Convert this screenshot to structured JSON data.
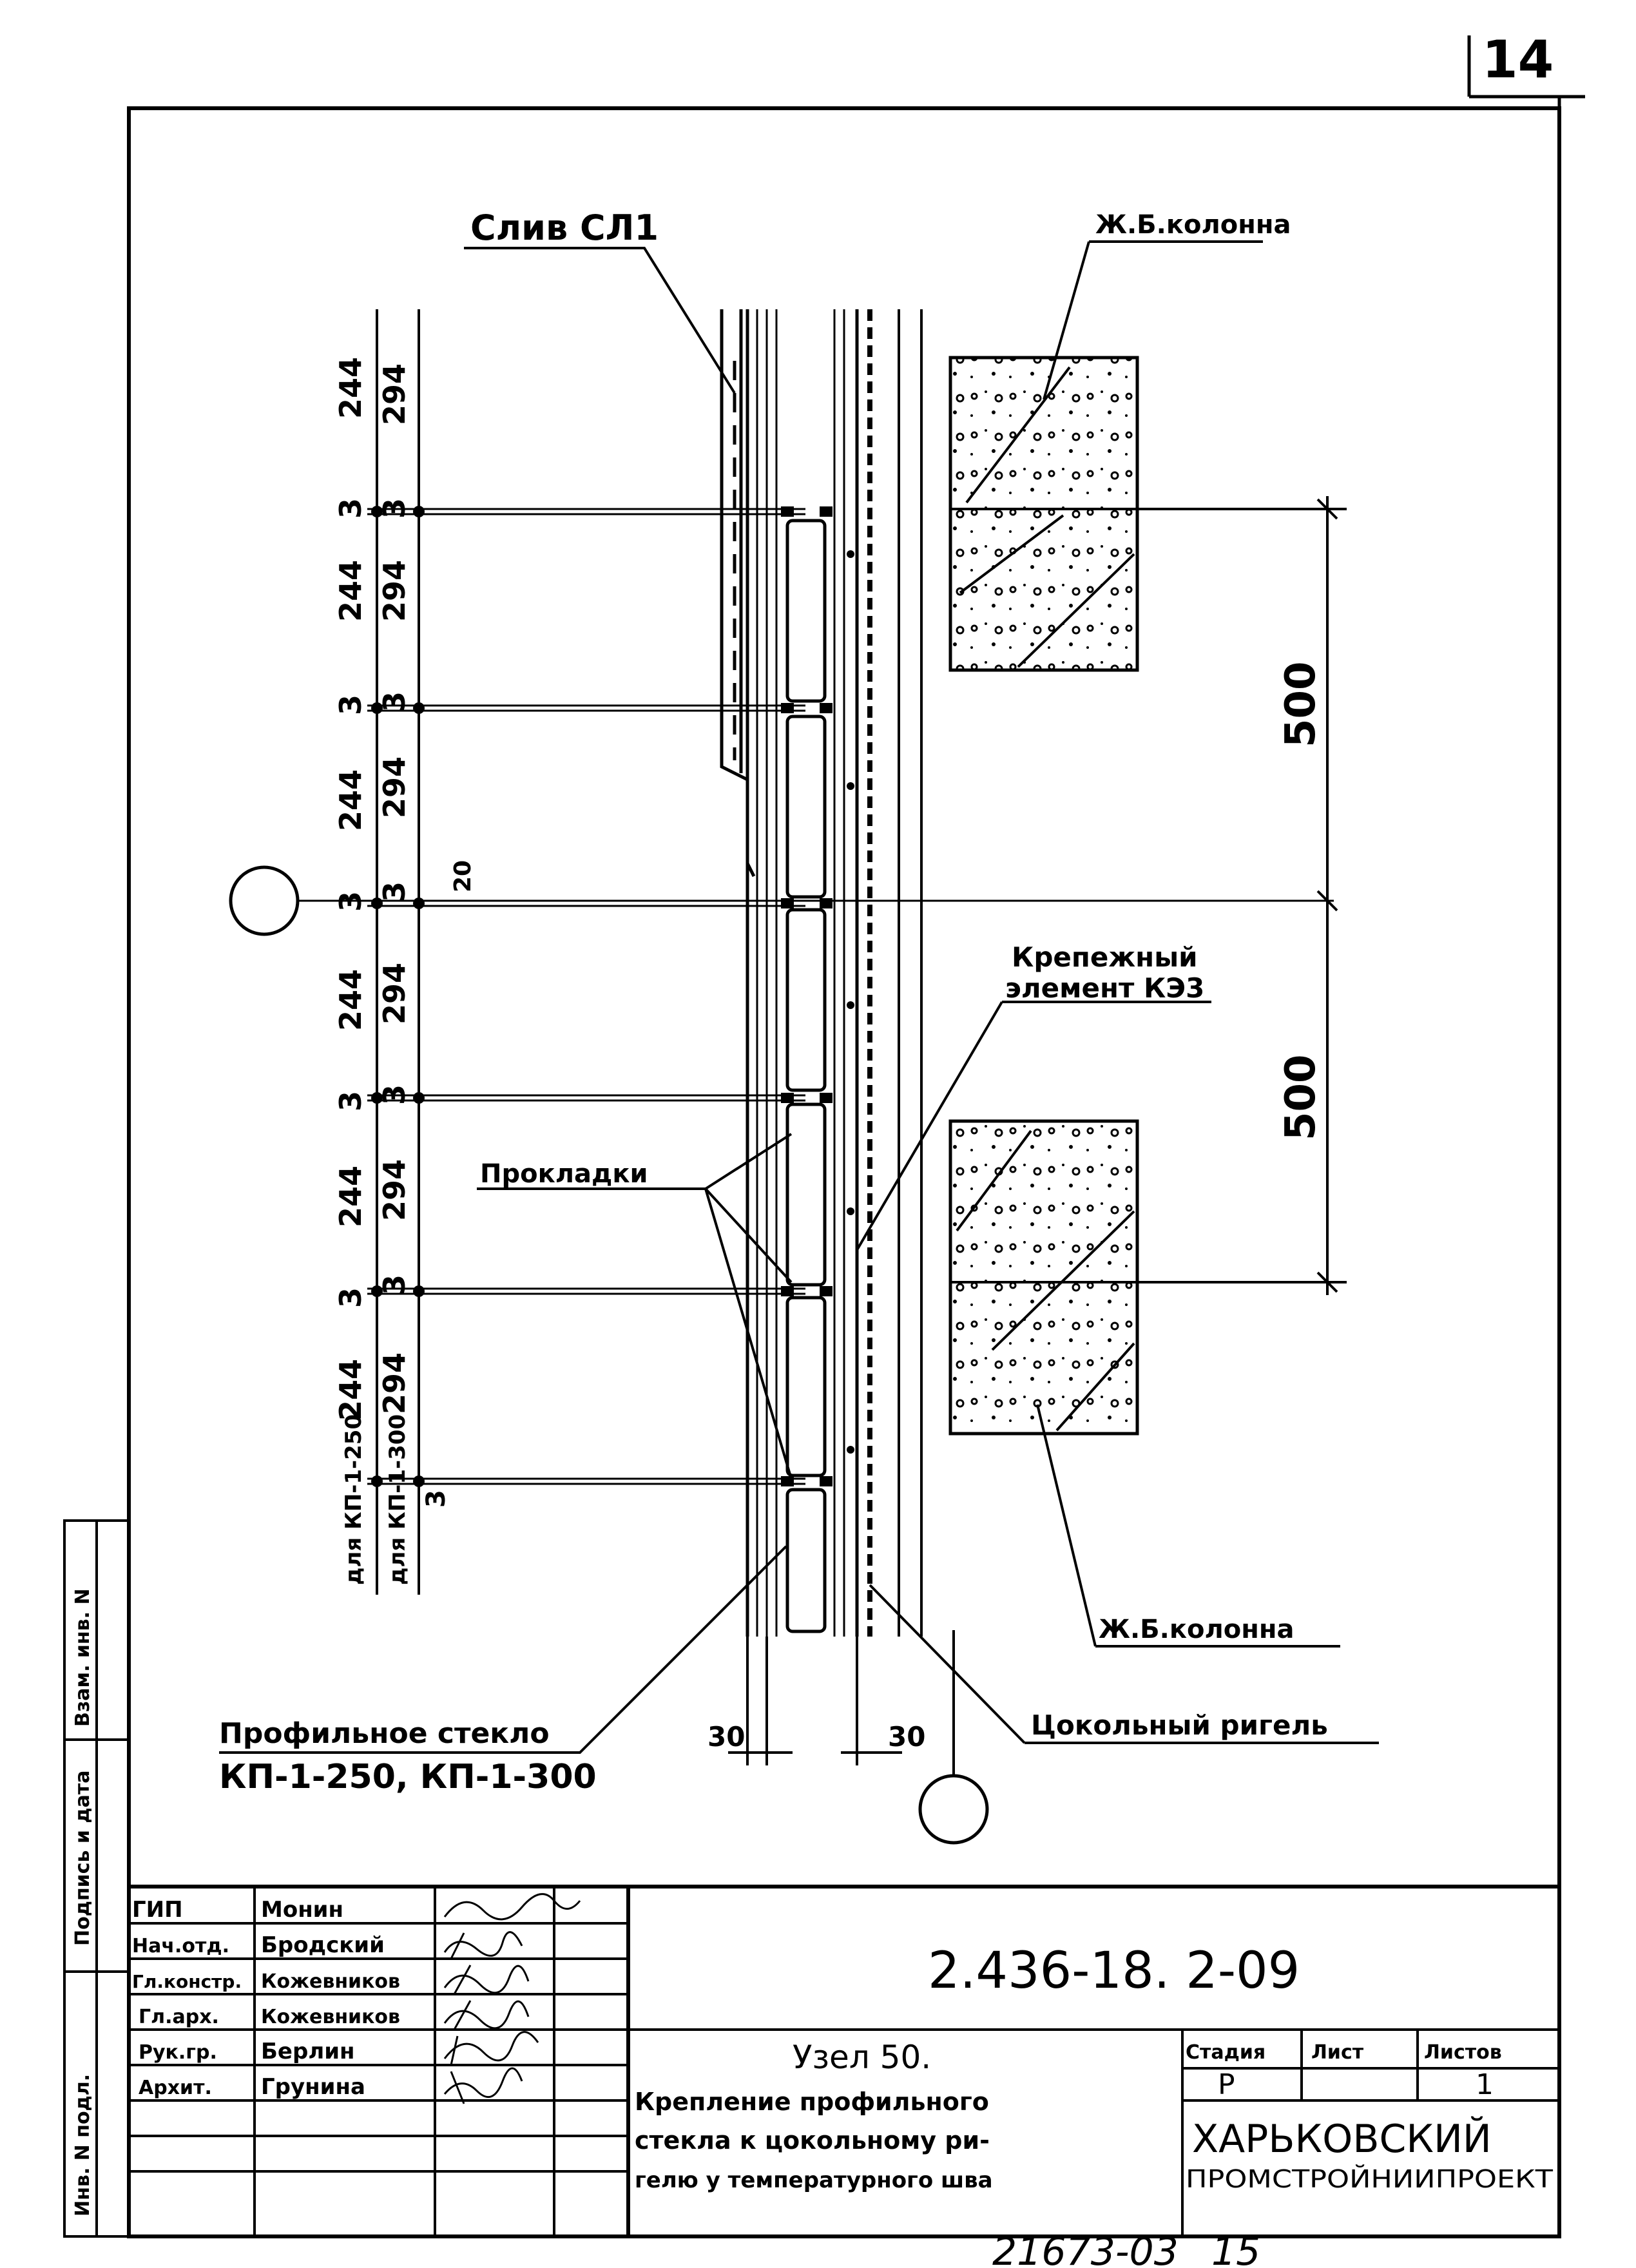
{
  "sheet_number": "14",
  "labels": {
    "sliv": "Слив СЛ1",
    "column_top": "Ж.Б.колонна",
    "column_bottom": "Ж.Б.колонна",
    "fastener_line1": "Крепежный",
    "fastener_line2": "элемент КЭ3",
    "gaskets": "Прокладки",
    "glass_line1": "Профильное стекло",
    "glass_line2": "КП-1-250, КП-1-300",
    "girder": "Цокольный ригель",
    "for_kp250": "для КП-1-250",
    "for_kp300": "для КП-1-300"
  },
  "dimensions": {
    "col1": [
      "244",
      "3",
      "244",
      "3",
      "244",
      "3",
      "244",
      "3",
      "244",
      "3",
      "244"
    ],
    "col2": [
      "294",
      "3",
      "294",
      "3",
      "294",
      "3",
      "294",
      "3",
      "294",
      "3",
      "294",
      "3"
    ],
    "gap": "20",
    "span_top": "500",
    "span_bottom": "500",
    "bottom_left": "30",
    "bottom_right": "30"
  },
  "side_stamp": {
    "inv_podl": "Инв. N подл.",
    "podpis_data": "Подпись и дата",
    "vzam_inv": "Взам. инв. N"
  },
  "title_block": {
    "people": [
      {
        "role": "ГИП",
        "name": "Монин"
      },
      {
        "role": "Нач.отд.",
        "name": "Бродский"
      },
      {
        "role": "Гл.констр.",
        "name": "Кожевников"
      },
      {
        "role": "Гл.арх.",
        "name": "Кожевников"
      },
      {
        "role": "Рук.гр.",
        "name": "Берлин"
      },
      {
        "role": "Архит.",
        "name": "Грунина"
      }
    ],
    "document_code": "2.436-18. 2-09",
    "title_line1": "Узел 50.",
    "title_line2": "Крепление профильного",
    "title_line3": "стекла к цокольному ри-",
    "title_line4": "гелю у температурного шва",
    "stage_header": "Стадия",
    "sheet_header": "Лист",
    "sheets_header": "Листов",
    "stage_value": "Р",
    "sheets_value": "1",
    "org_line1": "ХАРЬКОВСКИЙ",
    "org_line2": "ПРОМСТРОЙНИИПРОЕКТ"
  },
  "footer_code": "21673-03",
  "footer_page": "15"
}
